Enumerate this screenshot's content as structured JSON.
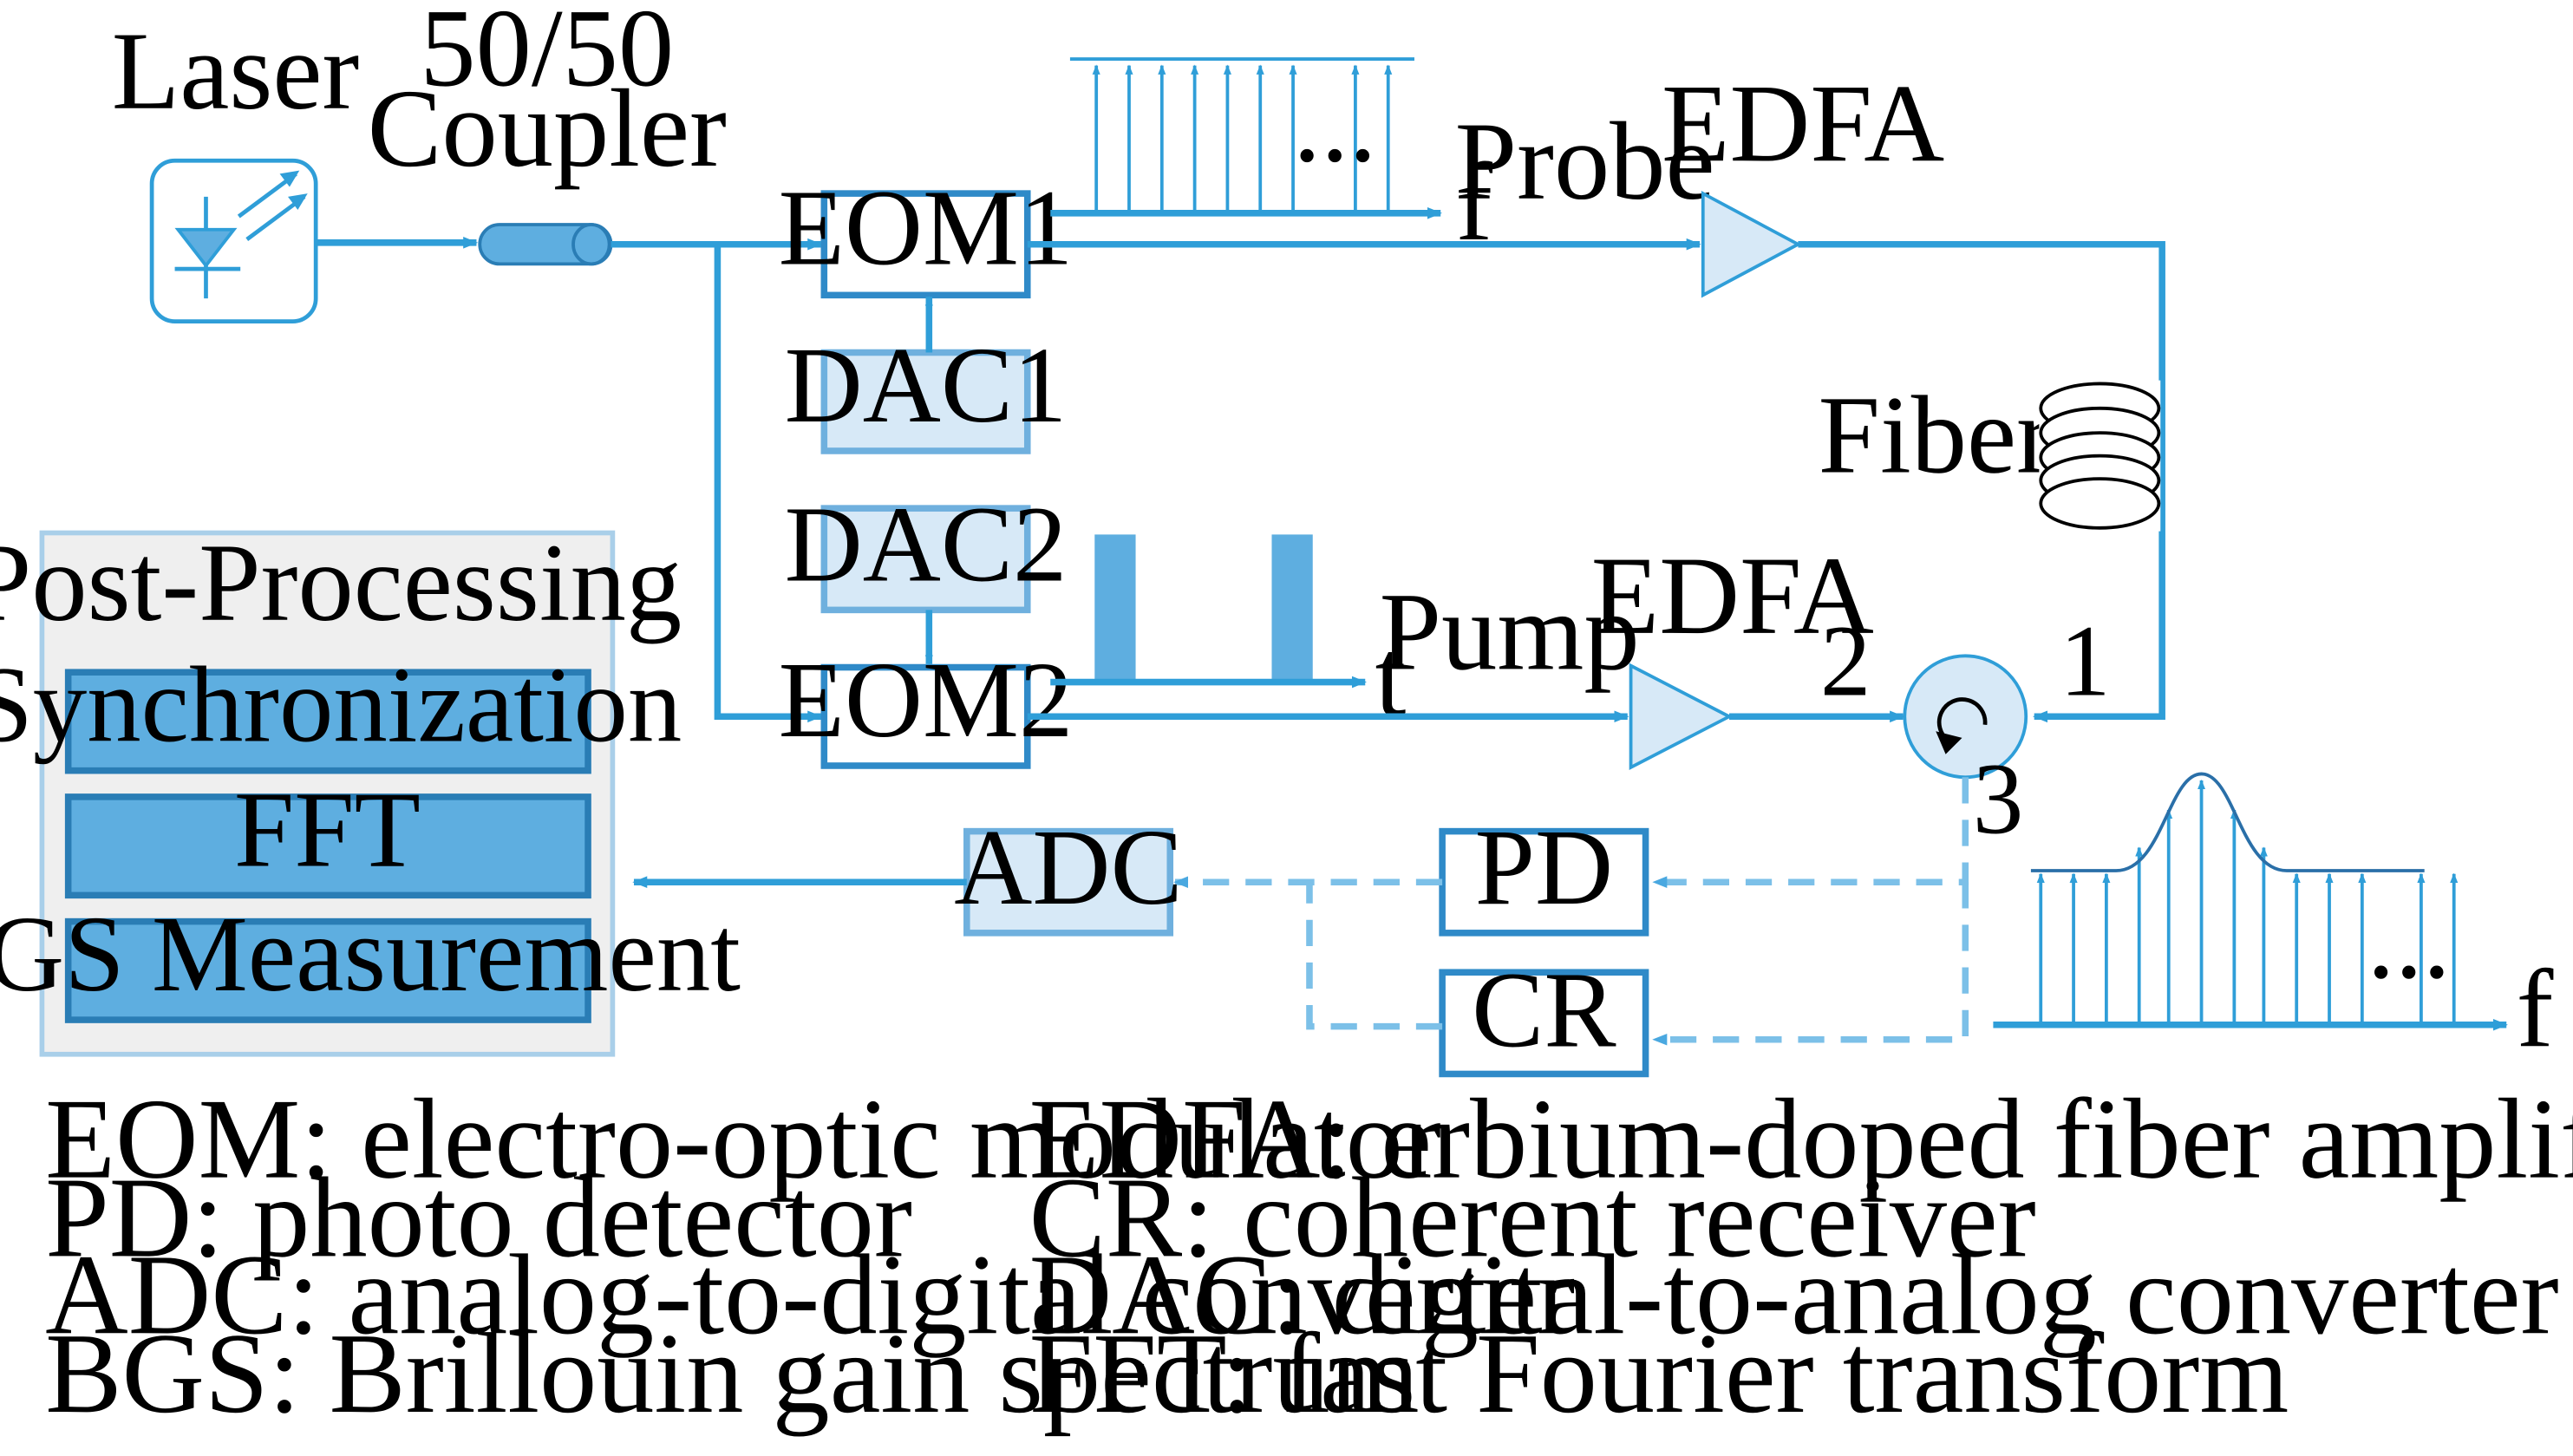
{
  "colors": {
    "line": "#2f9ed8",
    "dashed_line": "#7cc0e8",
    "box_border": "#2f8ac8",
    "light_fill": "#d7e9f7",
    "dark_fill": "#5eaee0",
    "panel_fill": "#efefef",
    "panel_border": "#a9cfe9"
  },
  "icons": [
    "laser-diode-icon",
    "coupler-icon",
    "fiber-coil-icon",
    "circulator-icon",
    "amplifier-triangle-icon"
  ],
  "labels": {
    "laser": "Laser",
    "coupler_line1": "50/50",
    "coupler_line2": "Coupler",
    "probe": "Probe",
    "pump": "Pump",
    "edfa_top": "EDFA",
    "edfa_bottom": "EDFA",
    "fiber": "Fiber",
    "axis_f_top": "f",
    "axis_t": "t",
    "axis_f_bottom": "f",
    "dots_top": "...",
    "dots_bottom": "...",
    "port_1": "1",
    "port_2": "2",
    "port_3": "3"
  },
  "boxes": {
    "eom1": "EOM1",
    "eom2": "EOM2",
    "dac1": "DAC1",
    "dac2": "DAC2",
    "adc": "ADC",
    "pd": "PD",
    "cr": "CR"
  },
  "post_processing": {
    "title": "Post-Processing",
    "steps": [
      "Synchronization",
      "FFT",
      "BGS Measurement"
    ]
  },
  "legend": [
    "EOM: electro-optic modulator",
    "PD: photo detector",
    "ADC: analog-to-digital converter",
    "BGS: Brillouin gain spectrum",
    "EDFA: erbium-doped fiber amplifier",
    "CR: coherent receiver",
    "DAC: digital-to-analog converter",
    "FFT: fast Fourier transform"
  ]
}
